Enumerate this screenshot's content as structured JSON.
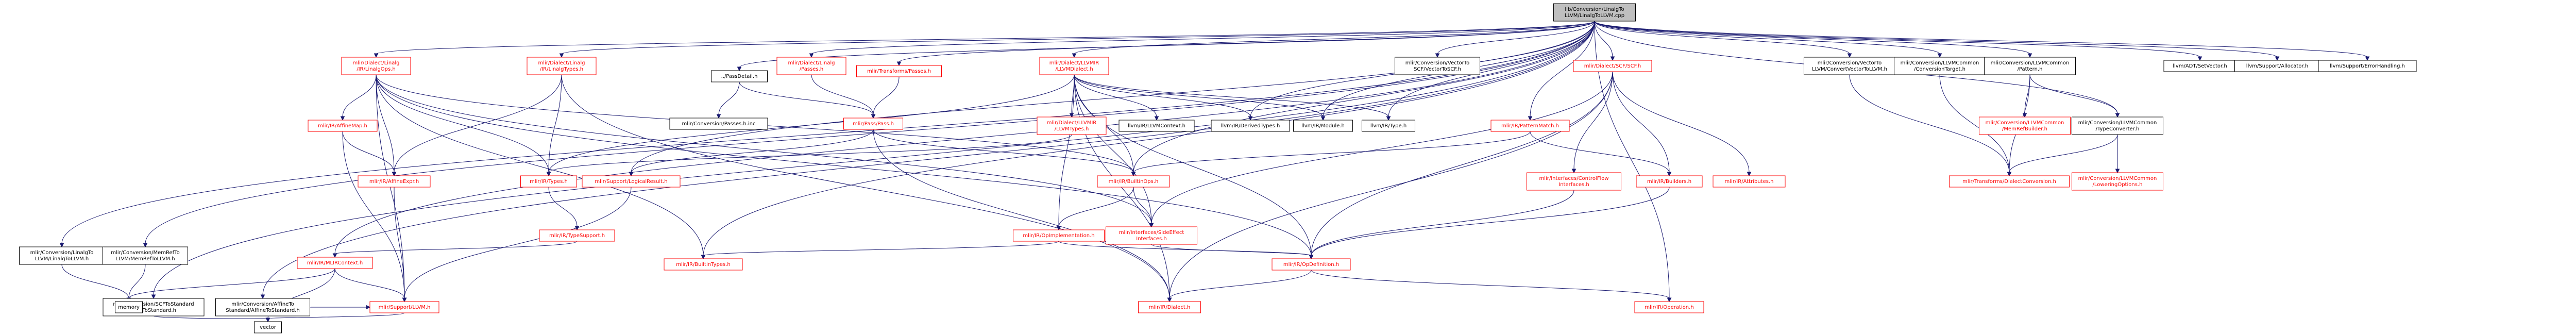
{
  "graph": {
    "root": "lib/Conversion/LinalgToLLVM/LinalgToLLVM.cpp",
    "colors": {
      "root_fill": "#bfbfbf",
      "node_fill": "#ffffff",
      "node_border": "#000000",
      "link_border": "#ff0000",
      "text": "#000000",
      "link_text": "#ff0000",
      "edge": "#191970"
    },
    "nodes": [
      {
        "id": "root",
        "lines": [
          "lib/Conversion/LinalgTo",
          "LLVM/LinalgToLLVM.cpp"
        ],
        "kind": "root"
      },
      {
        "id": "n1",
        "lines": [
          "mlir/Conversion/LinalgTo",
          "LLVM/LinalgToLLVM.h"
        ],
        "kind": "plain"
      },
      {
        "id": "n2",
        "lines": [
          "mlir/Conversion/MemRefTo",
          "LLVM/MemRefToLLVM.h"
        ],
        "kind": "plain"
      },
      {
        "id": "n3",
        "lines": [
          "mlir/Conversion/SCFToStandard",
          "/SCFToStandard.h"
        ],
        "kind": "plain"
      },
      {
        "id": "n4",
        "lines": [
          "mlir/Conversion/AffineTo",
          "Standard/AffineToStandard.h"
        ],
        "kind": "plain"
      },
      {
        "id": "n5",
        "lines": [
          "mlir/Dialect/Linalg",
          "/IR/LinalgOps.h"
        ],
        "kind": "link"
      },
      {
        "id": "n6",
        "lines": [
          "mlir/IR/AffineMap.h"
        ],
        "kind": "link"
      },
      {
        "id": "n7",
        "lines": [
          "mlir/Dialect/Linalg",
          "/IR/LinalgTypes.h"
        ],
        "kind": "link"
      },
      {
        "id": "n8",
        "lines": [
          "mlir/IR/Types.h"
        ],
        "kind": "link"
      },
      {
        "id": "n9",
        "lines": [
          "mlir/Support/LogicalResult.h"
        ],
        "kind": "link"
      },
      {
        "id": "n10",
        "lines": [
          "mlir/IR/BuiltinTypes.h"
        ],
        "kind": "link"
      },
      {
        "id": "n11",
        "lines": [
          "../PassDetail.h"
        ],
        "kind": "plain"
      },
      {
        "id": "n12",
        "lines": [
          "mlir/Dialect/Linalg",
          "/Passes.h"
        ],
        "kind": "link"
      },
      {
        "id": "n13",
        "lines": [
          "mlir/Transforms/Passes.h"
        ],
        "kind": "link"
      },
      {
        "id": "n14",
        "lines": [
          "mlir/Conversion/Passes.h.inc"
        ],
        "kind": "plain"
      },
      {
        "id": "n15",
        "lines": [
          "mlir/Pass/Pass.h"
        ],
        "kind": "link"
      },
      {
        "id": "n16",
        "lines": [
          "mlir/Dialect/LLVMIR",
          "/LLVMDialect.h"
        ],
        "kind": "link"
      },
      {
        "id": "n17",
        "lines": [
          "mlir/Dialect/LLVMIR",
          "/LLVMTypes.h"
        ],
        "kind": "link"
      },
      {
        "id": "n18",
        "lines": [
          "llvm/IR/LLVMContext.h"
        ],
        "kind": "plain"
      },
      {
        "id": "n19",
        "lines": [
          "llvm/IR/DerivedTypes.h"
        ],
        "kind": "plain"
      },
      {
        "id": "n20",
        "lines": [
          "llvm/IR/Module.h"
        ],
        "kind": "plain"
      },
      {
        "id": "n21",
        "lines": [
          "llvm/IR/Type.h"
        ],
        "kind": "plain"
      },
      {
        "id": "n22",
        "lines": [
          "mlir/Conversion/VectorTo",
          "SCF/VectorToSCF.h"
        ],
        "kind": "plain"
      },
      {
        "id": "n23",
        "lines": [
          "mlir/IR/PatternMatch.h"
        ],
        "kind": "link"
      },
      {
        "id": "n24",
        "lines": [
          "mlir/Dialect/SCF/SCF.h"
        ],
        "kind": "link"
      },
      {
        "id": "n25",
        "lines": [
          "mlir/Interfaces/ControlFlow",
          "Interfaces.h"
        ],
        "kind": "link"
      },
      {
        "id": "n26",
        "lines": [
          "mlir/IR/Builders.h"
        ],
        "kind": "link"
      },
      {
        "id": "n27",
        "lines": [
          "mlir/IR/Attributes.h"
        ],
        "kind": "link"
      },
      {
        "id": "n28",
        "lines": [
          "mlir/IR/BuiltinOps.h"
        ],
        "kind": "link"
      },
      {
        "id": "n29",
        "lines": [
          "mlir/IR/OpImplementation.h"
        ],
        "kind": "link"
      },
      {
        "id": "n30",
        "lines": [
          "mlir/Interfaces/SideEffect",
          "Interfaces.h"
        ],
        "kind": "link"
      },
      {
        "id": "n31",
        "lines": [
          "mlir/IR/OpDefinition.h"
        ],
        "kind": "link"
      },
      {
        "id": "n32",
        "lines": [
          "mlir/IR/Dialect.h"
        ],
        "kind": "link"
      },
      {
        "id": "n33",
        "lines": [
          "mlir/IR/Operation.h"
        ],
        "kind": "link"
      },
      {
        "id": "n34",
        "lines": [
          "mlir/IR/TypeSupport.h"
        ],
        "kind": "link"
      },
      {
        "id": "n35",
        "lines": [
          "mlir/IR/MLIRContext.h"
        ],
        "kind": "link"
      },
      {
        "id": "n36",
        "lines": [
          "mlir/Support/LLVM.h"
        ],
        "kind": "link"
      },
      {
        "id": "n37",
        "lines": [
          "memory"
        ],
        "kind": "plain"
      },
      {
        "id": "n38",
        "lines": [
          "vector"
        ],
        "kind": "plain"
      },
      {
        "id": "n39",
        "lines": [
          "mlir/IR/AffineExpr.h"
        ],
        "kind": "link"
      },
      {
        "id": "n40",
        "lines": [
          "mlir/Conversion/VectorTo",
          "LLVM/ConvertVectorToLLVM.h"
        ],
        "kind": "plain"
      },
      {
        "id": "n41",
        "lines": [
          "mlir/Conversion/LLVMCommon",
          "/ConversionTarget.h"
        ],
        "kind": "plain"
      },
      {
        "id": "n42",
        "lines": [
          "mlir/Conversion/LLVMCommon",
          "/Pattern.h"
        ],
        "kind": "plain"
      },
      {
        "id": "n43",
        "lines": [
          "mlir/Conversion/LLVMCommon",
          "/MemRefBuilder.h"
        ],
        "kind": "link"
      },
      {
        "id": "n44",
        "lines": [
          "mlir/Conversion/LLVMCommon",
          "/TypeConverter.h"
        ],
        "kind": "plain"
      },
      {
        "id": "n45",
        "lines": [
          "mlir/Transforms/DialectConversion.h"
        ],
        "kind": "link"
      },
      {
        "id": "n46",
        "lines": [
          "mlir/Conversion/LLVMCommon",
          "/LoweringOptions.h"
        ],
        "kind": "link"
      },
      {
        "id": "n47",
        "lines": [
          "llvm/ADT/SetVector.h"
        ],
        "kind": "plain"
      },
      {
        "id": "n48",
        "lines": [
          "llvm/Support/Allocator.h"
        ],
        "kind": "plain"
      },
      {
        "id": "n49",
        "lines": [
          "llvm/Support/ErrorHandling.h"
        ],
        "kind": "plain"
      }
    ],
    "edges": [
      [
        "root",
        "n1"
      ],
      [
        "root",
        "n2"
      ],
      [
        "root",
        "n3"
      ],
      [
        "root",
        "n4"
      ],
      [
        "root",
        "n35"
      ],
      [
        "root",
        "n5"
      ],
      [
        "root",
        "n7"
      ],
      [
        "root",
        "n9"
      ],
      [
        "root",
        "n10"
      ],
      [
        "root",
        "n11"
      ],
      [
        "root",
        "n12"
      ],
      [
        "root",
        "n13"
      ],
      [
        "root",
        "n16"
      ],
      [
        "root",
        "n19"
      ],
      [
        "root",
        "n20"
      ],
      [
        "root",
        "n22"
      ],
      [
        "root",
        "n23"
      ],
      [
        "root",
        "n24"
      ],
      [
        "root",
        "n28"
      ],
      [
        "root",
        "n33"
      ],
      [
        "root",
        "n40"
      ],
      [
        "root",
        "n41"
      ],
      [
        "root",
        "n42"
      ],
      [
        "root",
        "n44"
      ],
      [
        "root",
        "n47"
      ],
      [
        "root",
        "n48"
      ],
      [
        "root",
        "n49"
      ],
      [
        "root",
        "n21"
      ],
      [
        "n1",
        "n37"
      ],
      [
        "n2",
        "n37"
      ],
      [
        "n3",
        "n37"
      ],
      [
        "n3",
        "n38"
      ],
      [
        "n4",
        "n36"
      ],
      [
        "n5",
        "n6"
      ],
      [
        "n5",
        "n39"
      ],
      [
        "n5",
        "n8"
      ],
      [
        "n5",
        "n30"
      ],
      [
        "n5",
        "n31"
      ],
      [
        "n5",
        "n10"
      ],
      [
        "n5",
        "n36"
      ],
      [
        "n5",
        "n28"
      ],
      [
        "n6",
        "n39"
      ],
      [
        "n6",
        "n36"
      ],
      [
        "n7",
        "n8"
      ],
      [
        "n7",
        "n39"
      ],
      [
        "n7",
        "n32"
      ],
      [
        "n8",
        "n34"
      ],
      [
        "n34",
        "n35"
      ],
      [
        "n9",
        "n36"
      ],
      [
        "n11",
        "n14"
      ],
      [
        "n11",
        "n15"
      ],
      [
        "n12",
        "n15"
      ],
      [
        "n13",
        "n15"
      ],
      [
        "n15",
        "n28"
      ],
      [
        "n15",
        "n9"
      ],
      [
        "n15",
        "n32"
      ],
      [
        "n16",
        "n17"
      ],
      [
        "n16",
        "n18"
      ],
      [
        "n16",
        "n19"
      ],
      [
        "n16",
        "n20"
      ],
      [
        "n16",
        "n21"
      ],
      [
        "n16",
        "n28"
      ],
      [
        "n16",
        "n29"
      ],
      [
        "n16",
        "n30"
      ],
      [
        "n16",
        "n31"
      ],
      [
        "n16",
        "n32"
      ],
      [
        "n16",
        "n8"
      ],
      [
        "n17",
        "n8"
      ],
      [
        "n23",
        "n26"
      ],
      [
        "n23",
        "n28"
      ],
      [
        "n24",
        "n25"
      ],
      [
        "n24",
        "n26"
      ],
      [
        "n24",
        "n27"
      ],
      [
        "n24",
        "n30"
      ],
      [
        "n24",
        "n31"
      ],
      [
        "n24",
        "n32"
      ],
      [
        "n25",
        "n31"
      ],
      [
        "n26",
        "n31"
      ],
      [
        "n28",
        "n29"
      ],
      [
        "n28",
        "n30"
      ],
      [
        "n29",
        "n31"
      ],
      [
        "n29",
        "n10"
      ],
      [
        "n30",
        "n31"
      ],
      [
        "n31",
        "n32"
      ],
      [
        "n31",
        "n33"
      ],
      [
        "n35",
        "n36"
      ],
      [
        "n35",
        "n37"
      ],
      [
        "n35",
        "n38"
      ],
      [
        "n36",
        "n38"
      ],
      [
        "n39",
        "n36"
      ],
      [
        "n40",
        "n45"
      ],
      [
        "n41",
        "n45"
      ],
      [
        "n42",
        "n43"
      ],
      [
        "n42",
        "n44"
      ],
      [
        "n42",
        "n45"
      ],
      [
        "n44",
        "n45"
      ],
      [
        "n44",
        "n46"
      ]
    ]
  }
}
